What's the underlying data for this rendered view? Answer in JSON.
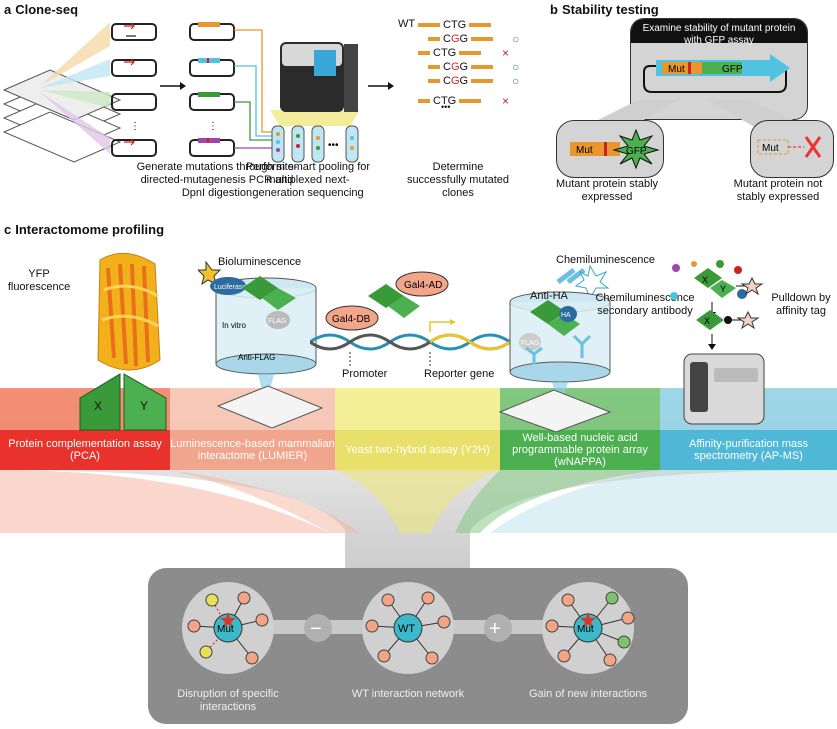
{
  "panels": {
    "a": {
      "letter": "a",
      "title": "Clone-seq"
    },
    "b": {
      "letter": "b",
      "title": "Stability testing"
    },
    "c": {
      "letter": "c",
      "title": "Interactomome profiling"
    }
  },
  "clone_seq": {
    "step1": "Generate mutations through site-directed-mutagenesis PCR and DpnI digestion",
    "step2": "Perform smart pooling for multiplexed next-generation sequencing",
    "step3": "Determine successfully mutated clones",
    "wt_label": "WT",
    "seq_rows": [
      {
        "codon": "CTG",
        "mut": false
      },
      {
        "codon": "CGG",
        "mut": true,
        "mark": "○"
      },
      {
        "codon": "CTG",
        "mut": false,
        "mark": "×"
      },
      {
        "codon": "CGG",
        "mut": true,
        "mark": "○"
      },
      {
        "codon": "CGG",
        "mut": true,
        "mark": "○"
      },
      {
        "codon": "CTG",
        "mut": false,
        "mark": "×"
      }
    ],
    "ellipsis": "•••"
  },
  "stability": {
    "header": "Examine stability of mutant protein with GFP assay",
    "mut": "Mut",
    "gfp": "GFP",
    "left_caption": "Mutant protein stably expressed",
    "right_caption": "Mutant protein not stably expressed"
  },
  "interactome": {
    "yfp": "YFP fluorescence",
    "x": "X",
    "y": "Y",
    "biolum": "Bioluminescence",
    "luciferase": "Luciferase",
    "in_vitro": "In vitro",
    "flag": "FLAG",
    "anti_flag": "Anti-FLAG",
    "gal4_ad": "Gal4-AD",
    "gal4_db": "Gal4-DB",
    "promoter": "Promoter",
    "reporter": "Reporter gene",
    "chemilum": "Chemiluminescence",
    "anti_ha": "Anti-HA",
    "ha": "HA",
    "chemi_sec": "Chemiluminescence secondary antibody",
    "pulldown": "Pulldown by affinity tag",
    "methods": [
      {
        "label": "Protein complementation assay (PCA)",
        "color": "#e8322b"
      },
      {
        "label": "Luminescence-based mammalian interactome (LUMIER)",
        "color": "#f0a58c"
      },
      {
        "label": "Yeast two-hybrid assay (Y2H)",
        "color": "#e8e06a"
      },
      {
        "label": "Well-based nucleic acid programmable protein array (wNAPPA)",
        "color": "#4caf50"
      },
      {
        "label": "Affinity-purification mass spectrometry (AP-MS)",
        "color": "#4fb8d6"
      }
    ]
  },
  "network": {
    "mut": "Mut",
    "wt": "WT",
    "minus": "−",
    "plus": "+",
    "cap_left": "Disruption of specific interactions",
    "cap_mid": "WT interaction network",
    "cap_right": "Gain of new interactions"
  },
  "colors": {
    "orange": "#e8962e",
    "cyan": "#4fc3e0",
    "green": "#3a9a3a",
    "gray_panel": "#8c8c8c",
    "node_salmon": "#f2a487",
    "node_teal": "#3bb9c9"
  }
}
